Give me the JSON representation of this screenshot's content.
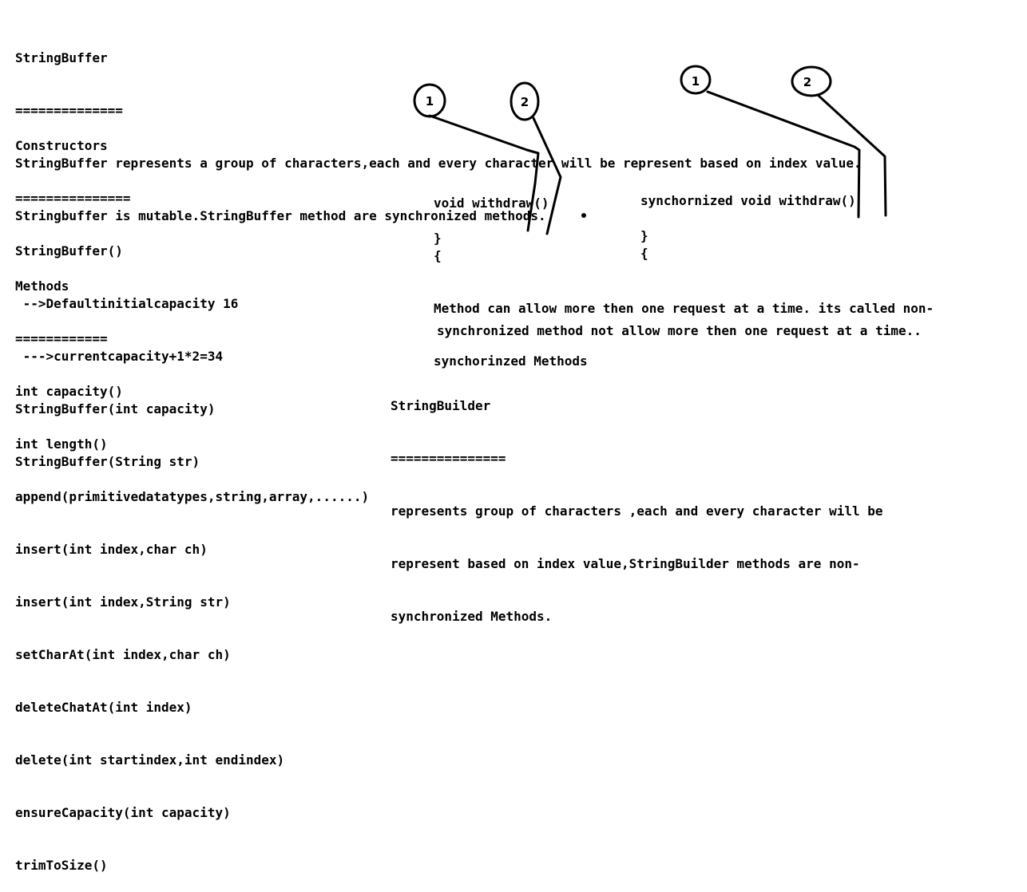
{
  "stringbuffer": {
    "heading": "StringBuffer",
    "underline": "==============",
    "lines": [
      "StringBuffer represents a group of characters,each and every character will be represent based on index value.",
      "Stringbuffer is mutable.StringBuffer method are synchronized methods."
    ]
  },
  "constructors": {
    "heading": "Constructors",
    "underline": "===============",
    "lines": [
      "StringBuffer()",
      " -->Defaultinitialcapacity 16",
      " --->currentcapacity+1*2=34",
      "StringBuffer(int capacity)",
      "StringBuffer(String str)"
    ]
  },
  "methods": {
    "heading": "Methods",
    "underline": "============",
    "lines": [
      "int capacity()",
      "int length()",
      "append(primitivedatatypes,string,array,......)",
      "insert(int index,char ch)",
      "insert(int index,String str)",
      "setCharAt(int index,char ch)",
      "deleteChatAt(int index)",
      "delete(int startindex,int endindex)",
      "ensureCapacity(int capacity)",
      "trimToSize()"
    ]
  },
  "code_left": {
    "signature": "void withdraw()",
    "open_brace": "{",
    "close_brace": "}"
  },
  "code_right": {
    "signature": "synchornized void withdraw()",
    "open_brace": "{",
    "close_brace": "}"
  },
  "notes": {
    "non_sync_line1": "Method can allow more then one request at a time. its called non-",
    "non_sync_line2": "synchorinzed Methods",
    "sync_line": "synchronized method not allow more then one request at a time.."
  },
  "stringbuilder": {
    "heading": "StringBuilder",
    "underline": "===============",
    "lines": [
      "represents group of characters ,each and every character will be",
      "represent based on index value,StringBuilder methods are non-",
      "synchronized Methods."
    ]
  },
  "annotations": {
    "left_label_1": "1",
    "left_label_2": "2",
    "right_label_1": "1",
    "right_label_2": "2"
  }
}
